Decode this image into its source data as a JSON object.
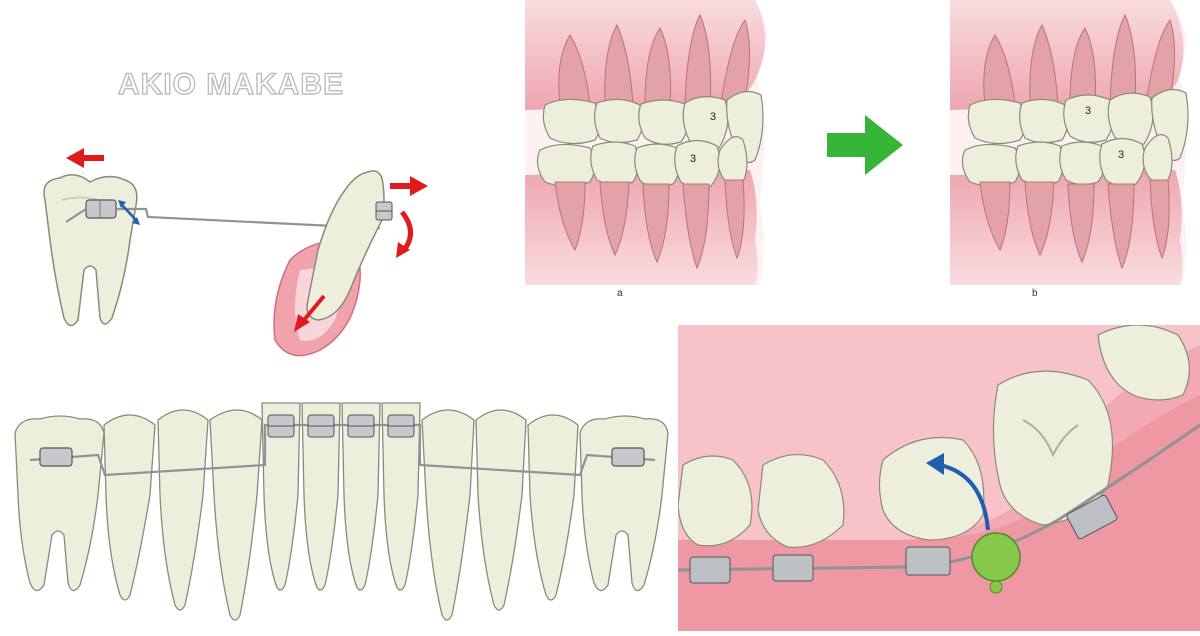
{
  "watermark": "AKIO MAKABE",
  "occlusion": {
    "label_a": "a",
    "label_b": "b",
    "tooth_number_upper_a": "3",
    "tooth_number_lower_a": "3",
    "tooth_number_upper_b": "3",
    "tooth_number_lower_b": "3"
  },
  "icons": {
    "force_arrow": "red-arrow-icon",
    "rotation_arrow": "blue-curved-arrow-icon",
    "transition_arrow": "green-arrow-icon"
  },
  "colors": {
    "tooth": "#eeeedd",
    "tooth_outline": "#8a8a7a",
    "gum": "#f2b6bc",
    "gum_dark": "#e58d98",
    "force_arrow": "#e01b1b",
    "rotation_arrow": "#1f5fae",
    "transition_arrow": "#37b536",
    "elastic": "#86c94a",
    "bracket": "#b5b8bc",
    "wire": "#9a9da0"
  }
}
